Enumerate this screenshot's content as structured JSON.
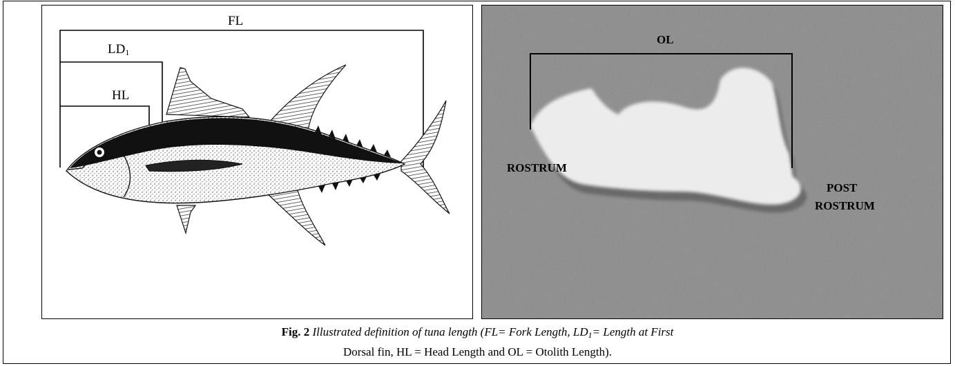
{
  "left_panel": {
    "labels": {
      "fl": "FL",
      "ld1_main": "LD",
      "ld1_sub": "1",
      "hl": "HL"
    }
  },
  "right_panel": {
    "labels": {
      "ol": "OL",
      "rostrum": "ROSTRUM",
      "post_rostrum_line1": "POST",
      "post_rostrum_line2": "ROSTRUM"
    }
  },
  "caption": {
    "fig_label": "Fig. 2",
    "line1_a": " Illustrated definition of tuna length (FL= Fork Length, LD",
    "line1_sub": "1",
    "line1_b": "= Length at First",
    "line2": "Dorsal fin, HL = Head Length and OL = Otolith Length)."
  }
}
